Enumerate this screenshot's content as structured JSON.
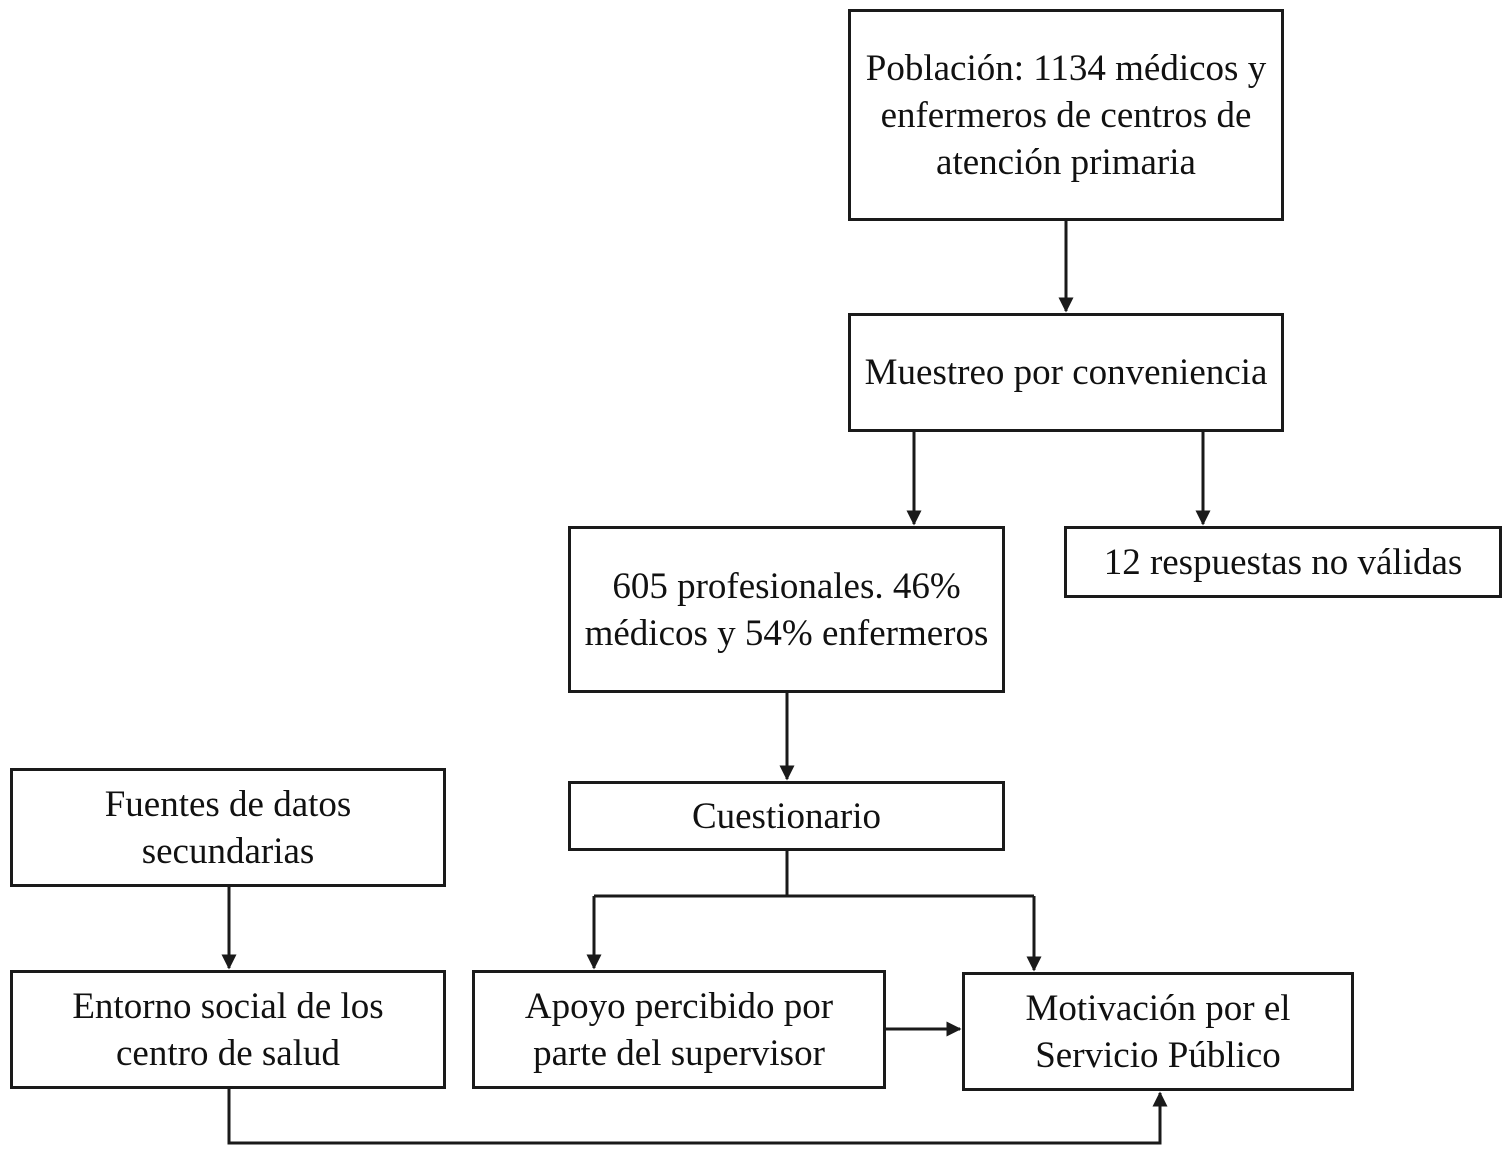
{
  "nodes": {
    "poblacion": "Población: 1134 médicos y enfermeros de centros de atención primaria",
    "muestreo": "Muestreo por conveniencia",
    "profesionales": "605 profesionales. 46% médicos y 54% enfermeros",
    "invalidas": "12 respuestas no válidas",
    "cuestionario": "Cuestionario",
    "fuentes": "Fuentes de datos secundarias",
    "entorno": "Entorno social de los centro de salud",
    "apoyo": "Apoyo percibido por parte del supervisor",
    "motivacion": "Motivación por el Servicio Público"
  },
  "edges": [
    {
      "from": "poblacion",
      "to": "muestreo"
    },
    {
      "from": "muestreo",
      "to": "profesionales"
    },
    {
      "from": "muestreo",
      "to": "invalidas"
    },
    {
      "from": "profesionales",
      "to": "cuestionario"
    },
    {
      "from": "cuestionario",
      "to": "apoyo"
    },
    {
      "from": "cuestionario",
      "to": "motivacion"
    },
    {
      "from": "fuentes",
      "to": "entorno"
    },
    {
      "from": "apoyo",
      "to": "motivacion"
    },
    {
      "from": "entorno",
      "to": "motivacion"
    }
  ],
  "colors": {
    "line": "#1a1a1a",
    "box_border": "#1a1a1a",
    "text": "#111111",
    "background": "#ffffff"
  }
}
